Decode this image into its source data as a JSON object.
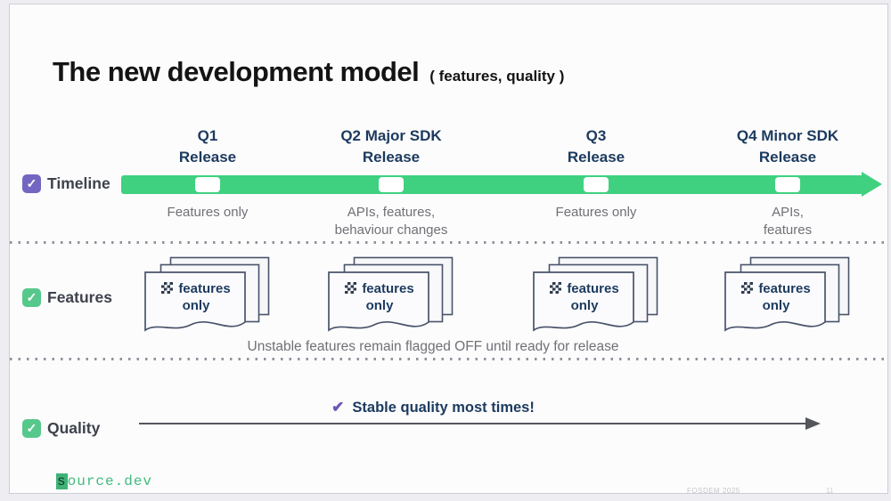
{
  "title": {
    "main": "The new development model",
    "suffix": "( features, quality )"
  },
  "rows": {
    "timeline": {
      "label": "Timeline"
    },
    "features": {
      "label": "Features",
      "card_label": "features only",
      "caption": "Unstable features remain flagged OFF until ready for release"
    },
    "quality": {
      "label": "Quality",
      "check_icon": "✔",
      "note": "Stable quality most times!"
    }
  },
  "checkmark": "✓",
  "columns": [
    {
      "header": "Q1\nRelease",
      "note": "Features only"
    },
    {
      "header": "Q2 Major SDK\nRelease",
      "note": "APIs, features,\nbehaviour changes"
    },
    {
      "header": "Q3\nRelease",
      "note": "Features only"
    },
    {
      "header": "Q4 Minor SDK\nRelease",
      "note": "APIs,\nfeatures"
    }
  ],
  "footer": {
    "logo_first": "s",
    "logo_rest": "ource.dev",
    "event": "FOSDEM 2025",
    "page": "11"
  },
  "colors": {
    "timeline_green": "#3fd180",
    "checkbox_purple": "#7266c2",
    "checkbox_green": "#57c88c",
    "heading_navy": "#1c3a5e"
  }
}
